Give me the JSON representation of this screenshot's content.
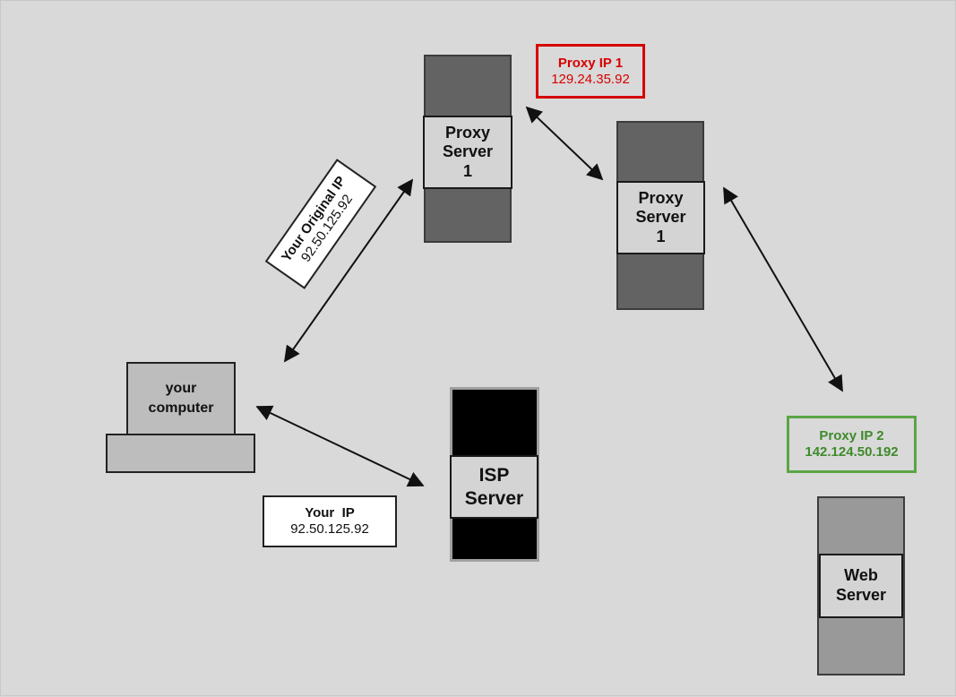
{
  "colors": {
    "background": "#d9d9d9",
    "proxy_ip_1": "#d60000",
    "proxy_ip_2": "#3f8a2a",
    "isp_server": "#000000",
    "proxy_server_column": "#636363",
    "web_server_column": "#999999"
  },
  "nodes": {
    "proxy_server_a": {
      "lines": [
        "Proxy",
        "Server",
        "1"
      ]
    },
    "proxy_server_b": {
      "lines": [
        "Proxy",
        "Server",
        "1"
      ]
    },
    "isp_server": {
      "lines": [
        "ISP",
        "Server"
      ]
    },
    "web_server": {
      "lines": [
        "Web",
        "Server"
      ]
    },
    "computer": {
      "lines": [
        "your",
        "computer"
      ]
    }
  },
  "labels": {
    "proxy_ip_1": {
      "title": "Proxy IP 1",
      "value": "129.24.35.92"
    },
    "proxy_ip_2": {
      "title": "Proxy IP 2",
      "value": "142.124.50.192"
    },
    "original_ip": {
      "title": "Your Original IP",
      "value": "92.50.125.92"
    },
    "your_ip": {
      "title": "Your  IP",
      "value": "92.50.125.92"
    }
  }
}
